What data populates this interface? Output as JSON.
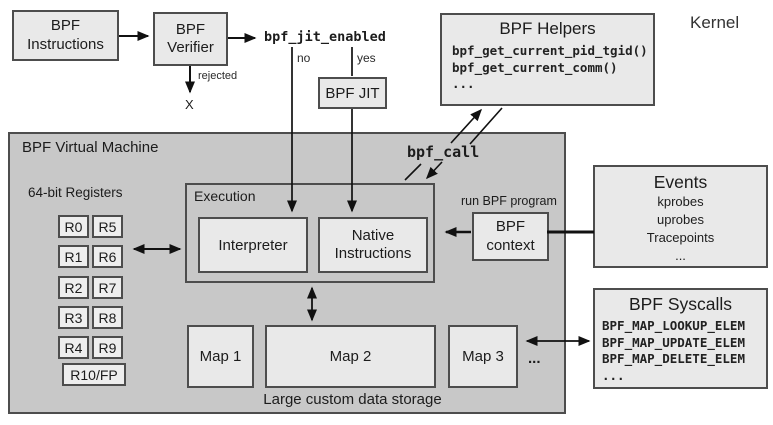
{
  "kernel_label": "Kernel",
  "pipeline": {
    "instructions": "BPF\nInstructions",
    "verifier": "BPF\nVerifier",
    "rejected_label": "rejected",
    "rejected_mark": "X",
    "jit_enabled_label": "bpf_jit_enabled",
    "branch_no": "no",
    "branch_yes": "yes",
    "jit": "BPF JIT"
  },
  "helpers": {
    "title": "BPF Helpers",
    "functions": [
      "bpf_get_current_pid_tgid()",
      "bpf_get_current_comm()",
      "..."
    ]
  },
  "vm": {
    "title": "BPF Virtual Machine",
    "registers_title": "64-bit Registers",
    "register_rows": [
      [
        "R0",
        "R5"
      ],
      [
        "R1",
        "R6"
      ],
      [
        "R2",
        "R7"
      ],
      [
        "R3",
        "R8"
      ],
      [
        "R4",
        "R9"
      ]
    ],
    "register_fp": "R10/FP",
    "execution_title": "Execution",
    "interpreter": "Interpreter",
    "native_instructions": "Native\nInstructions",
    "bpf_call_label": "bpf_call",
    "run_program_label": "run BPF program",
    "context": "BPF\ncontext",
    "maps": [
      "Map 1",
      "Map 2",
      "Map 3"
    ],
    "maps_ellipsis": "...",
    "storage_caption": "Large custom data storage"
  },
  "events": {
    "title": "Events",
    "sources": [
      "kprobes",
      "uprobes",
      "Tracepoints",
      "..."
    ]
  },
  "syscalls": {
    "title": "BPF Syscalls",
    "commands": [
      "BPF_MAP_LOOKUP_ELEM",
      "BPF_MAP_UPDATE_ELEM",
      "BPF_MAP_DELETE_ELEM",
      "..."
    ]
  },
  "colors": {
    "vm_fill": "#c8c8c8",
    "box_fill": "#e9e9e9",
    "border": "#4d4d4d",
    "arrow": "#111111"
  }
}
